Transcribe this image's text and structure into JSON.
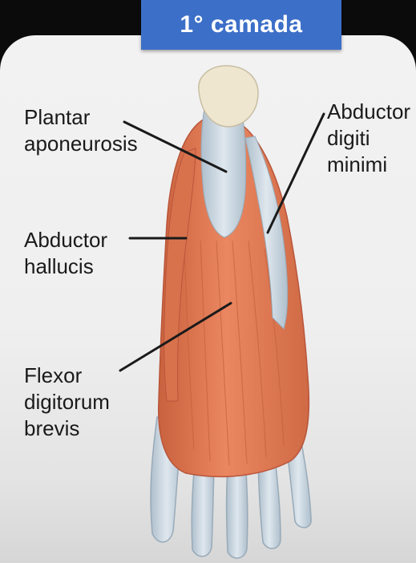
{
  "title": "1° camada",
  "labels": {
    "plantar_aponeurosis": [
      "Plantar",
      "aponeurosis"
    ],
    "abductor_digiti_minimi": [
      "Abductor",
      "digiti",
      "minimi"
    ],
    "abductor_hallucis": [
      "Abductor",
      "hallucis"
    ],
    "flexor_digitorum_brevis": [
      "Flexor",
      "digitorum",
      "brevis"
    ]
  },
  "colors": {
    "title_bg": "#3c6fc8",
    "muscle": "#e07a52",
    "tendon": "#c9d6e0",
    "heel_bone": "#efe6cf",
    "panel_bg": "#f0f0f0"
  }
}
